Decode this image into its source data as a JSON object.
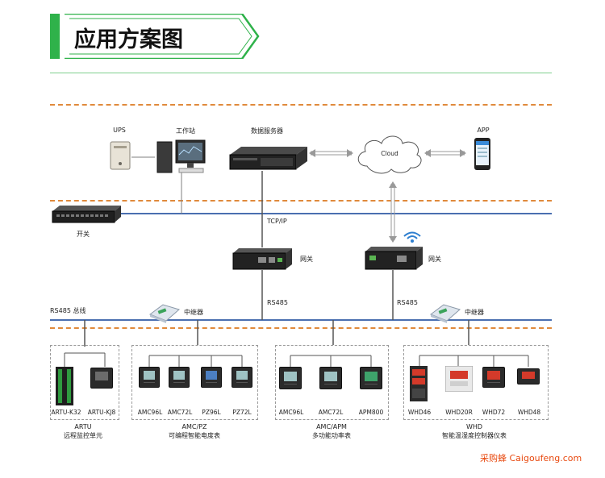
{
  "title": "应用方案图",
  "top_devices": {
    "ups": "UPS",
    "workstation": "工作站",
    "server": "数据服务器",
    "cloud": "Cloud",
    "app": "APP"
  },
  "switch_label": "开关",
  "tcpip_label": "TCP/IP",
  "gateway_label_1": "网关",
  "gateway_label_2": "网关",
  "rs485_bus_label": "RS485 总线",
  "rs485_label_1": "RS485",
  "rs485_label_2": "RS485",
  "repeater_label_1": "中继器",
  "repeater_label_2": "中继器",
  "groups": [
    {
      "name": "ARTU",
      "desc": "远程监控单元",
      "devices": [
        "ARTU-K32",
        "ARTU-KJ8"
      ]
    },
    {
      "name": "AMC/PZ",
      "desc": "可编程智能电度表",
      "devices": [
        "AMC96L",
        "AMC72L",
        "PZ96L",
        "PZ72L"
      ]
    },
    {
      "name": "AMC/APM",
      "desc": "多功能功率表",
      "devices": [
        "AMC96L",
        "AMC72L",
        "APM800"
      ]
    },
    {
      "name": "WHD",
      "desc": "智能温湿度控制器仪表",
      "devices": [
        "WHD46",
        "WHD20R",
        "WHD72",
        "WHD48"
      ]
    }
  ],
  "footer": "采购蜂 Caigoufeng.com",
  "colors": {
    "accent_green": "#2fb24a",
    "dash_orange": "#e08a3c",
    "bus_blue": "#4a6fb0",
    "footer_red": "#e8490f"
  }
}
